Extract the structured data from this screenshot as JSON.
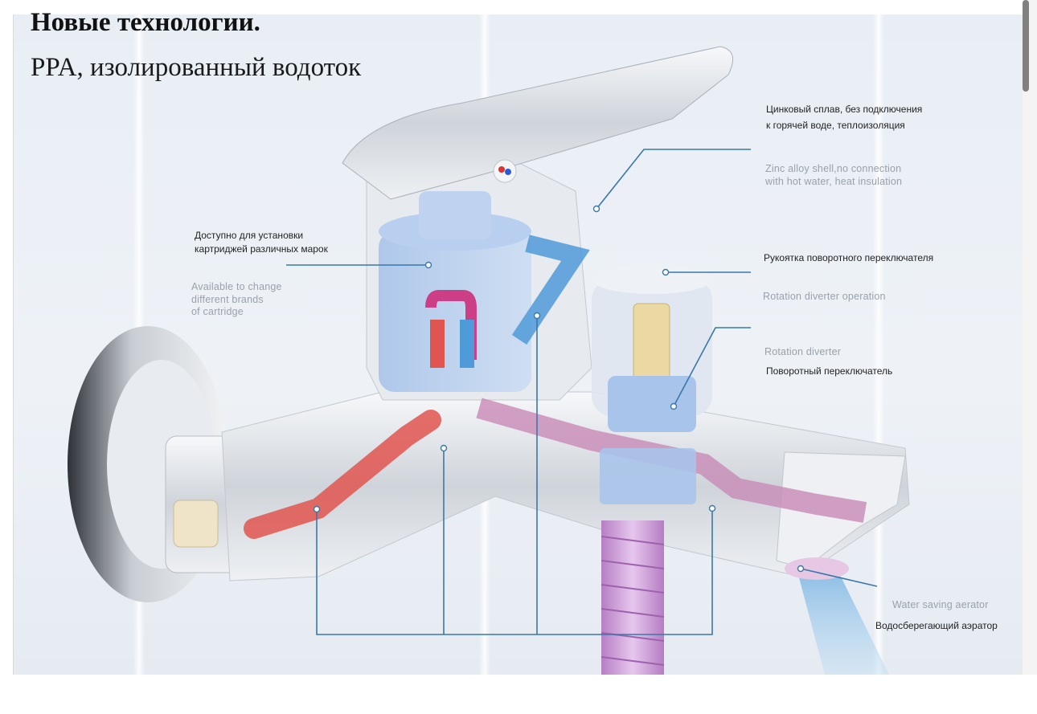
{
  "header": {
    "title": "Новые технологии.",
    "subtitle": "PPA, изолированный водоток"
  },
  "callouts": {
    "shell": {
      "ru": "Цинковый сплав, без подключения к горячей воде, теплоизоляция",
      "ru_line1": "Цинковый сплав, без подключения",
      "ru_line2": "к горячей воде, теплоизоляция",
      "en_line1": "Zinc alloy shell,no connection",
      "en_line2": "with hot water, heat insulation"
    },
    "cartridge": {
      "ru_line1": "Доступно для установки",
      "ru_line2": "картриджей различных марок",
      "en_line1": "Available to change",
      "en_line2": "different brands",
      "en_line3": "of cartridge"
    },
    "handle": {
      "ru": "Рукоятка поворотного переключателя",
      "en": "Rotation diverter operation"
    },
    "diverter": {
      "en": "Rotation diverter",
      "ru": "Поворотный переключатель"
    },
    "aerator": {
      "en": "Water saving aerator",
      "ru": "Водосберегающий аэратор"
    }
  },
  "colors": {
    "hot_flow": "#e0554f",
    "cold_flow": "#4f9ad8",
    "mixed_flow": "#c889b6",
    "leader_line": "#3a78a8",
    "chrome": "#d9dde2"
  }
}
